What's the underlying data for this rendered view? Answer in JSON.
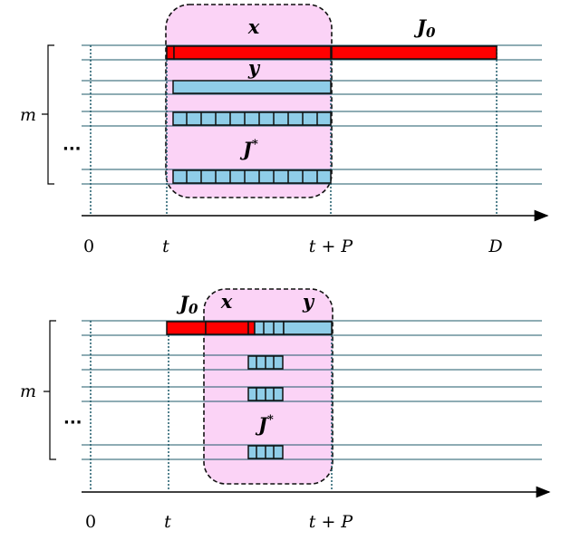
{
  "colors": {
    "job_red": "#ff0000",
    "job_blue": "#8fcde8",
    "window_fill": "#fbd3f6",
    "machine_line": "#1d5a6a",
    "dotted_line": "#1d5a6a",
    "outline": "#111111"
  },
  "top": {
    "labels": {
      "x": "x",
      "J0": "J",
      "J0_sub": "0",
      "y": "y",
      "Jstar": "J",
      "Jstar_sup": "*",
      "m": "m",
      "dots": "···"
    },
    "axis": {
      "zero": "0",
      "t": "t",
      "tP": "t + P",
      "D": "D"
    }
  },
  "bottom": {
    "labels": {
      "J0": "J",
      "J0_sub": "0",
      "x": "x",
      "y": "y",
      "Jstar": "J",
      "Jstar_sup": "*",
      "m": "m",
      "dots": "···"
    },
    "axis": {
      "zero": "0",
      "t": "t",
      "tP": "t + P"
    }
  }
}
